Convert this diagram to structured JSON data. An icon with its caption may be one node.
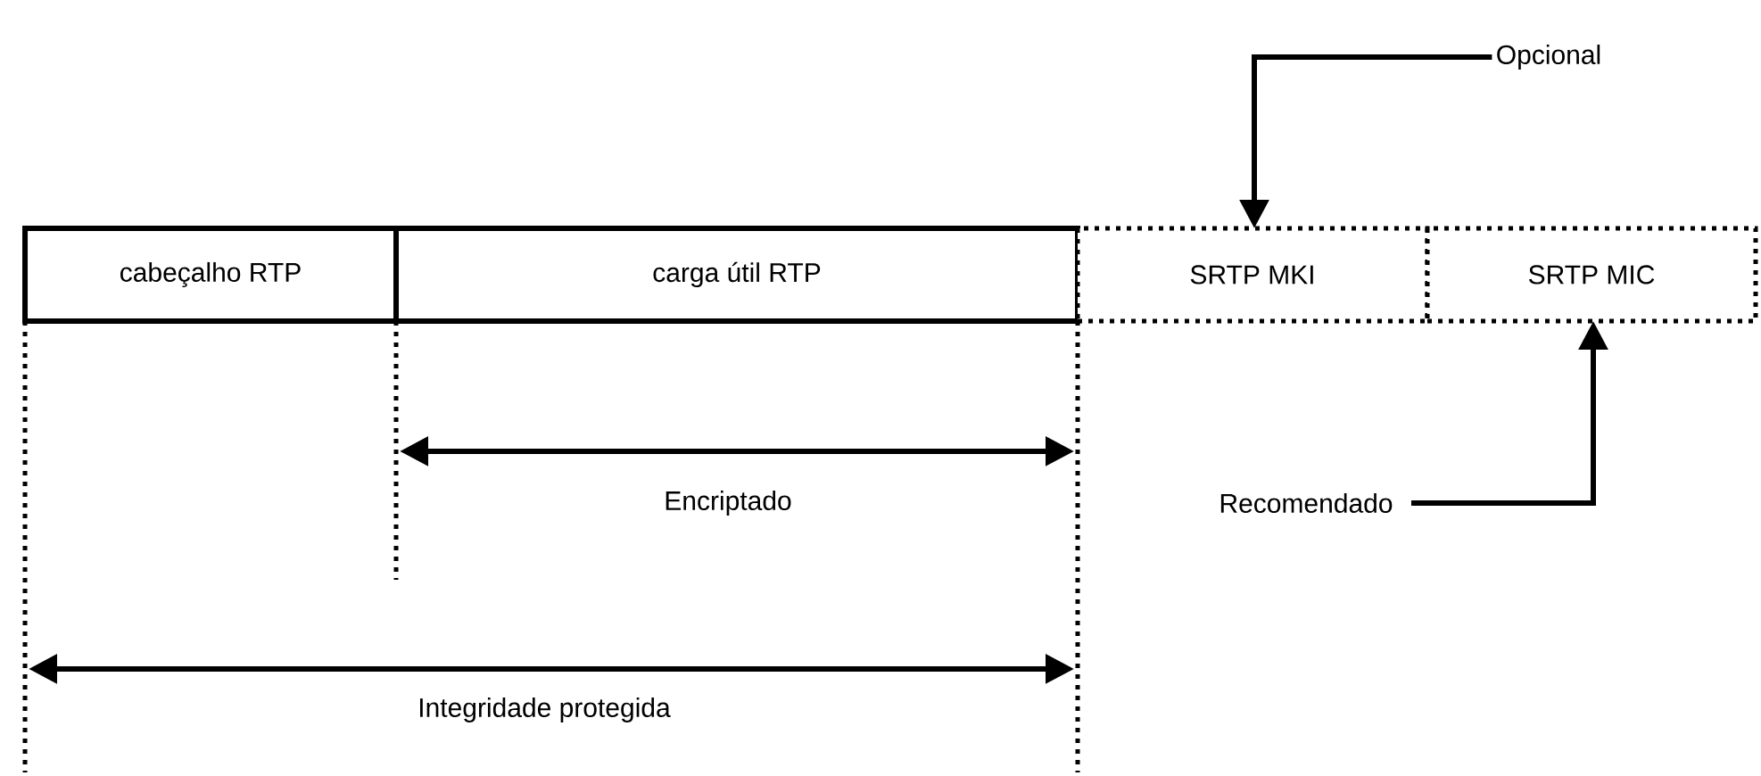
{
  "diagram": {
    "nodes": [
      {
        "text": [
          "cabeçalho RTP"
        ]
      },
      {
        "text": [
          "carga útil RTP"
        ]
      },
      {
        "text": [
          "SRTP MKI"
        ]
      },
      {
        "text": [
          "SRTP MIC"
        ]
      },
      {
        "text": [
          "Opcional"
        ]
      },
      {
        "text": [
          "Recomendado"
        ]
      }
    ],
    "edges": [
      {
        "from": 4,
        "to": 2,
        "arrow": "to"
      },
      {
        "from": 5,
        "to": 3,
        "arrow": "to"
      }
    ],
    "labels": [
      "Encriptado",
      "Integridade protegida"
    ]
  }
}
